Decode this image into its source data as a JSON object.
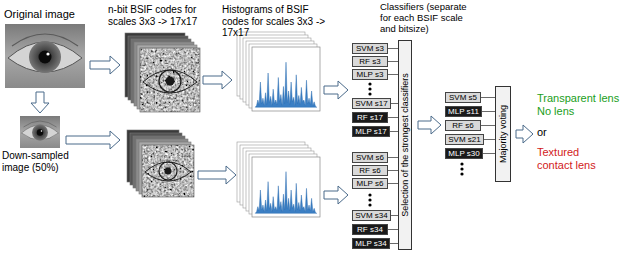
{
  "diagram": {
    "nodes": [
      {
        "text": [
          "SVM s3"
        ]
      },
      {
        "text": [
          "RF s3"
        ]
      },
      {
        "text": [
          "MLP s3"
        ]
      },
      {
        "text": [
          "SVM s17"
        ]
      },
      {
        "text": [
          "RF s17"
        ]
      },
      {
        "text": [
          "MLP s17"
        ]
      },
      {
        "text": [
          "SVM s6"
        ]
      },
      {
        "text": [
          "RF s6"
        ]
      },
      {
        "text": [
          "MLP s6"
        ]
      },
      {
        "text": [
          "SVM s34"
        ]
      },
      {
        "text": [
          "RF s34"
        ]
      },
      {
        "text": [
          "MLP s34"
        ]
      },
      {
        "text": [
          "Selection of the strongest classifiers"
        ]
      },
      {
        "text": [
          "SVM s5"
        ]
      },
      {
        "text": [
          "MLP s11"
        ]
      },
      {
        "text": [
          "RF s6"
        ]
      },
      {
        "text": [
          "SVM s21"
        ]
      },
      {
        "text": [
          "MLP s30"
        ]
      },
      {
        "text": [
          "Majority voting"
        ]
      }
    ],
    "edges": [
      {
        "from": 0,
        "to": 12,
        "arrow": "none"
      },
      {
        "from": 1,
        "to": 12,
        "arrow": "none"
      },
      {
        "from": 2,
        "to": 12,
        "arrow": "none"
      },
      {
        "from": 3,
        "to": 12,
        "arrow": "none"
      },
      {
        "from": 4,
        "to": 12,
        "arrow": "none"
      },
      {
        "from": 5,
        "to": 12,
        "arrow": "none"
      },
      {
        "from": 6,
        "to": 12,
        "arrow": "none"
      },
      {
        "from": 7,
        "to": 12,
        "arrow": "none"
      },
      {
        "from": 8,
        "to": 12,
        "arrow": "none"
      },
      {
        "from": 9,
        "to": 12,
        "arrow": "none"
      },
      {
        "from": 10,
        "to": 12,
        "arrow": "none"
      },
      {
        "from": 11,
        "to": 12,
        "arrow": "none"
      },
      {
        "from": 13,
        "to": 18,
        "arrow": "none"
      },
      {
        "from": 14,
        "to": 18,
        "arrow": "none"
      },
      {
        "from": 15,
        "to": 18,
        "arrow": "none"
      },
      {
        "from": 16,
        "to": 18,
        "arrow": "none"
      },
      {
        "from": 17,
        "to": 18,
        "arrow": "none"
      }
    ],
    "labels": [
      "Original image",
      "Down-sampled image (50%)",
      "n-bit BSIF codes for scales 3x3 -> 17x17",
      "Histograms of BSIF codes for scales 3x3 -> 17x17",
      "Classifiers (separate for each BSIF scale and bitsize)",
      "Transparent lens No lens",
      "or",
      "Textured contact lens"
    ]
  }
}
